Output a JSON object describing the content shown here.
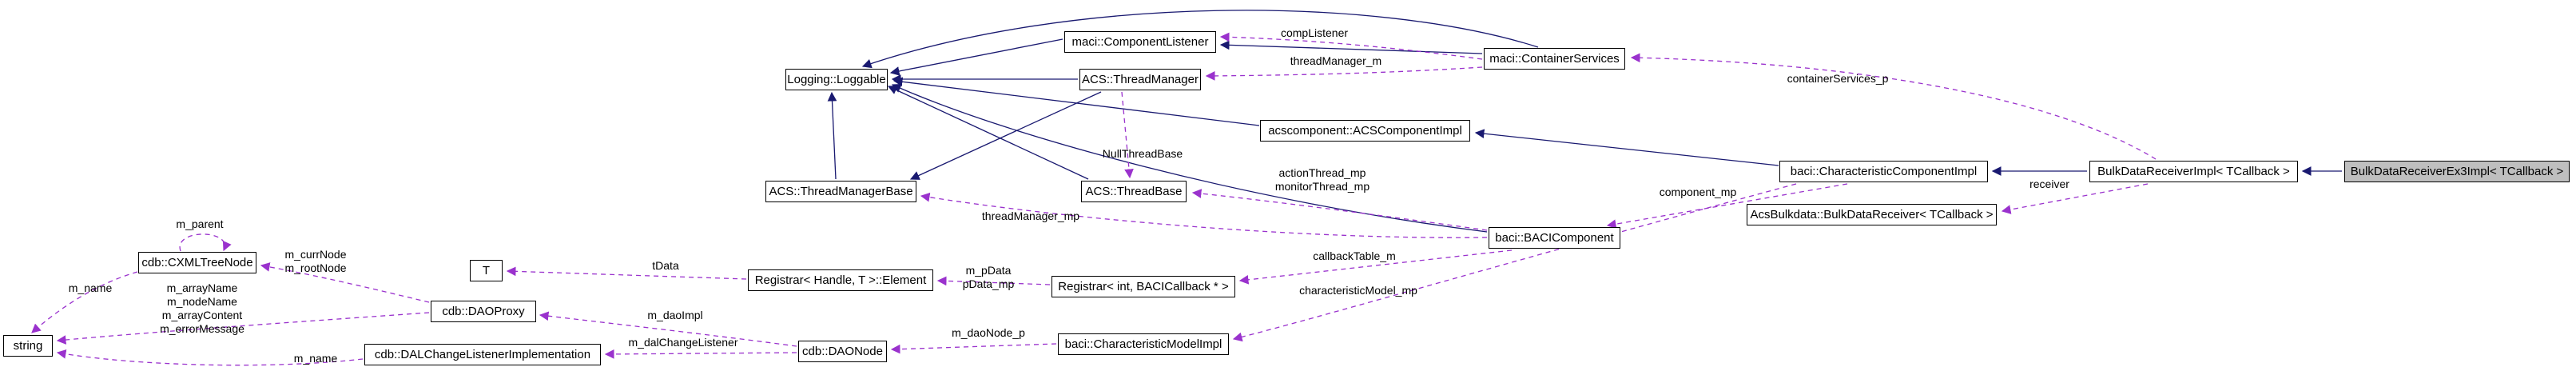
{
  "diagram": {
    "type": "doxygen-collaboration-graph",
    "colors": {
      "inheritance_edge": "#191970",
      "usage_edge": "#9a32cd",
      "node_border": "#000000",
      "node_fill": "#ffffff",
      "highlight_fill": "#bfbfbf"
    },
    "nodes": [
      {
        "label": "maci::ComponentListener",
        "highlight": false
      },
      {
        "label": "Logging::Loggable",
        "highlight": false
      },
      {
        "label": "ACS::ThreadManager",
        "highlight": false
      },
      {
        "label": "maci::ContainerServices",
        "highlight": false
      },
      {
        "label": "acscomponent::ACSComponentImpl",
        "highlight": false
      },
      {
        "label": "ACS::ThreadManagerBase",
        "highlight": false
      },
      {
        "label": "ACS::ThreadBase",
        "highlight": false
      },
      {
        "label": "baci::CharacteristicComponentImpl",
        "highlight": false
      },
      {
        "label": "BulkDataReceiverImpl< TCallback >",
        "highlight": false
      },
      {
        "label": "BulkDataReceiverEx3Impl< TCallback >",
        "highlight": true
      },
      {
        "label": "AcsBulkdata::BulkDataReceiver< TCallback >",
        "highlight": false
      },
      {
        "label": "baci::BACIComponent",
        "highlight": false
      },
      {
        "label": "cdb::CXMLTreeNode",
        "highlight": false
      },
      {
        "label": "T",
        "highlight": false
      },
      {
        "label": "Registrar< Handle, T >::Element",
        "highlight": false
      },
      {
        "label": "Registrar< int, BACICallback * >",
        "highlight": false
      },
      {
        "label": "cdb::DAOProxy",
        "highlight": false
      },
      {
        "label": "string",
        "highlight": false
      },
      {
        "label": "cdb::DALChangeListenerImplementation",
        "highlight": false
      },
      {
        "label": "cdb::DAONode",
        "highlight": false
      },
      {
        "label": "baci::CharacteristicModelImpl",
        "highlight": false
      }
    ],
    "edge_labels": [
      {
        "text": "compListener"
      },
      {
        "text": "threadManager_m"
      },
      {
        "text": "containerServices_p"
      },
      {
        "text": "actionThread_mp\nmonitorThread_mp"
      },
      {
        "text": "threadManager_mp"
      },
      {
        "text": "component_mp"
      },
      {
        "text": "receiver"
      },
      {
        "text": "callbackTable_m"
      },
      {
        "text": "characteristicModel_mp"
      },
      {
        "text": "m_pData\npData_mp"
      },
      {
        "text": "tData"
      },
      {
        "text": "m_parent"
      },
      {
        "text": "m_currNode\nm_rootNode"
      },
      {
        "text": "m_name"
      },
      {
        "text": "m_arrayName\nm_nodeName\nm_arrayContent\nm_errorMessage"
      },
      {
        "text": "m_daoImpl"
      },
      {
        "text": "m_dalChangeListener"
      },
      {
        "text": "m_daoNode_p"
      },
      {
        "text": "m_name"
      },
      {
        "text": "NullThreadBase"
      }
    ]
  }
}
